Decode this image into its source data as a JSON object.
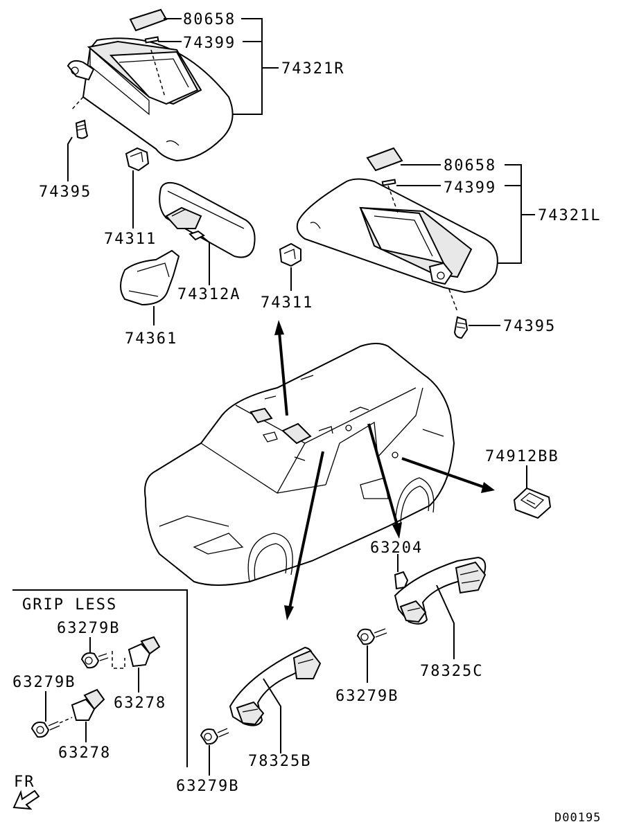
{
  "labels": {
    "p80658_r": "80658",
    "p74399_r": "74399",
    "p74321r": "74321R",
    "p74395_r": "74395",
    "p74311_r": "74311",
    "p74312a": "74312A",
    "p74361": "74361",
    "p80658_l": "80658",
    "p74399_l": "74399",
    "p74321l": "74321L",
    "p74311_l": "74311",
    "p74395_l": "74395",
    "p74912bb": "74912BB",
    "p63204": "63204",
    "p78325c": "78325C",
    "p63279b_c": "63279B",
    "p78325b": "78325B",
    "p63279b_b": "63279B",
    "grip_less": "GRIP LESS",
    "p63279b_g1": "63279B",
    "p63278_g1": "63278",
    "p63279b_g2": "63279B",
    "p63278_g2": "63278",
    "fr": "FR",
    "code": "D00195"
  }
}
